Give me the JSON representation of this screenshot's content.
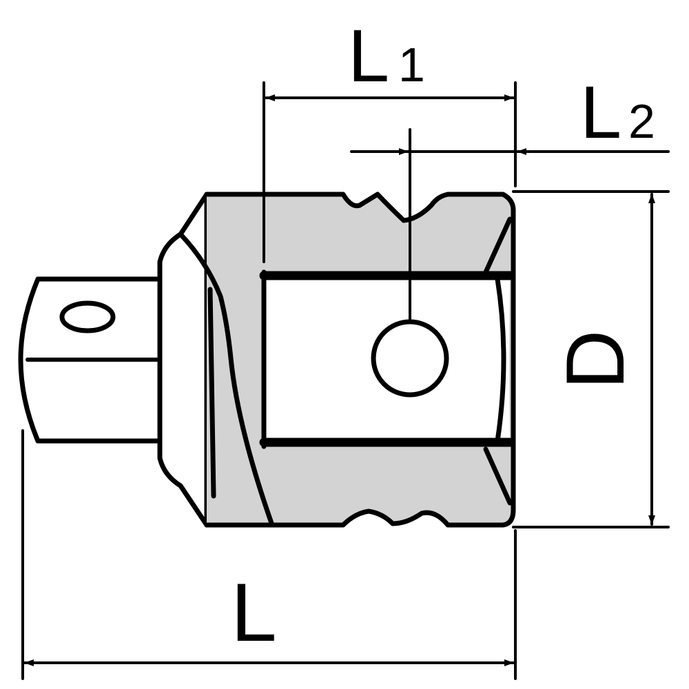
{
  "diagram": {
    "labels": {
      "L1_main": "L",
      "L1_sub": "1",
      "L2_main": "L",
      "L2_sub": "2",
      "D": "D",
      "L": "L"
    },
    "colors": {
      "stroke": "#000000",
      "fill_shaded": "#d3d3d3",
      "background": "#ffffff"
    }
  }
}
